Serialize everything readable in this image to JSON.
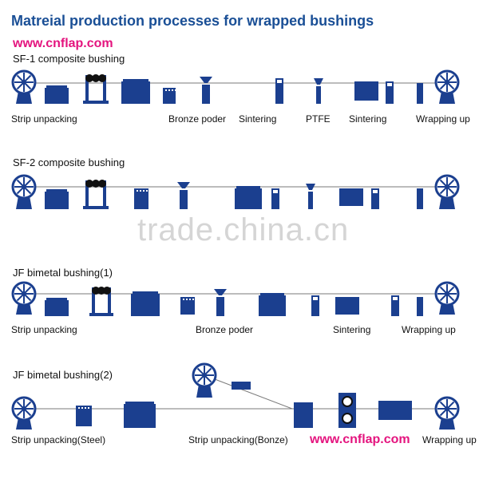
{
  "title": "Matreial production processes for wrapped bushings",
  "watermark_url": "www.cnflap.com",
  "watermark_text": "trade.china.cn",
  "colors": {
    "title": "#1a4f96",
    "machine": "#1b3f8f",
    "line": "#7a7a7a",
    "url": "#e4147e"
  },
  "icons": [
    "reel-icon",
    "press-roller-icon",
    "hopper-icon",
    "furnace-icon",
    "rolling-mill-icon"
  ],
  "sections": [
    {
      "name": "SF-1 composite bushing",
      "labels": [
        "Strip unpacking",
        "Bronze poder",
        "Sintering",
        "PTFE",
        "Sintering",
        "Wrapping up"
      ]
    },
    {
      "name": "SF-2 composite bushing",
      "labels": []
    },
    {
      "name": "JF bimetal bushing(1)",
      "labels": [
        "Strip unpacking",
        "Bronze poder",
        "Sintering",
        "Wrapping up"
      ]
    },
    {
      "name": "JF bimetal bushing(2)",
      "labels": [
        "Strip unpacking(Steel)",
        "Strip unpacking(Bonze)",
        "Wrapping up"
      ]
    }
  ]
}
